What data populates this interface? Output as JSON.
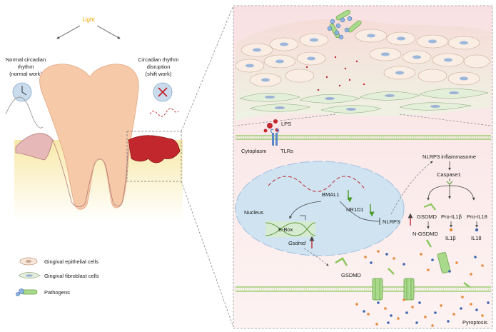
{
  "left": {
    "light": "Light",
    "normal_line1": "Normal circadian",
    "normal_line2": "rhythm",
    "normal_line3": "(normal work)",
    "disrupt_line1": "Circadian rhythm",
    "disrupt_line2": "disruption",
    "disrupt_line3": "(shift work)"
  },
  "legend": {
    "epithelial": "Gingival epithelial cells",
    "fibroblast": "Gingival fibroblast cells",
    "pathogens": "Pathogens"
  },
  "right": {
    "lps": "LPS",
    "cytoplasm": "Cytoplasm",
    "tlrs": "TLRs",
    "nlrp3_inflammasome": "NLRP3 inflammasome",
    "caspase1": "Caspase1",
    "nucleus": "Nucleus",
    "bmal1": "BMAL1",
    "nr1d1": "NR1D1",
    "nlrp3": "NLRP3",
    "ebox": "E-Box",
    "gsdmd_gene": "Gsdmd",
    "gsdmd": "GSDMD",
    "pro_il1b": "Pro-IL1β",
    "pro_il18": "Pro-IL18",
    "n_gsdmd": "N-GSDMD",
    "il1b": "IL1β",
    "il18": "IL18",
    "gsdmd_pore": "GSDMD",
    "pyroptosis": "Pyroptosis"
  },
  "colors": {
    "tooth": "#f6c9a8",
    "gingiva_healthy": "#e7b8b8",
    "gingiva_inflamed": "#c1272d",
    "bone": "#f4dc78",
    "membrane": "#8ac75a",
    "gsdmd_green": "#a9d98a",
    "nucleus_blue": "#cfe3f1",
    "arrow_down": "#4a9a2c",
    "arrow_up": "#c1272d",
    "dot_orange": "#e9893a",
    "dot_blue": "#3d64b0",
    "clock_fill": "#c9dbec"
  }
}
